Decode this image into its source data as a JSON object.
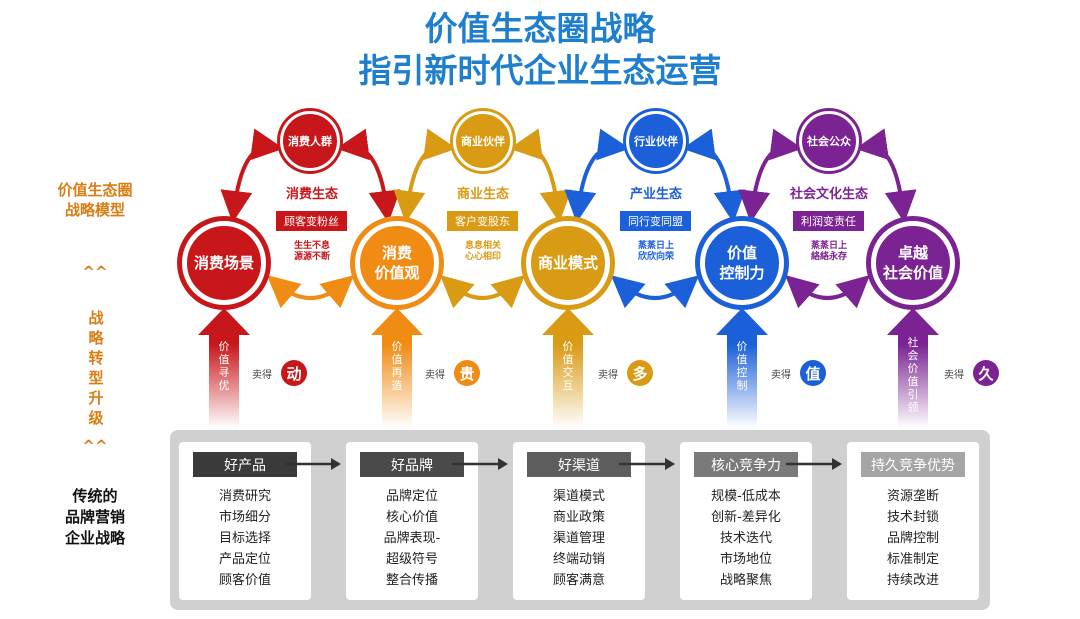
{
  "title": {
    "line1": "价值生态圈战略",
    "line2": "指引新时代企业生态运营"
  },
  "left_labels": {
    "model": [
      "价值生态圈",
      "战略模型"
    ],
    "upgrade": [
      "战",
      "略",
      "转",
      "型",
      "升",
      "级"
    ],
    "chevron": "^^",
    "traditional": [
      "传统的",
      "品牌营销",
      "企业战略"
    ]
  },
  "big_circles": [
    {
      "label": "消费场景",
      "color": "#c8171b"
    },
    {
      "label": "消费\n价值观",
      "color": "#f08b14"
    },
    {
      "label": "商业模式",
      "color": "#d99a14"
    },
    {
      "label": "价值\n控制力",
      "color": "#1b5fd9"
    },
    {
      "label": "卓越\n社会价值",
      "color": "#7b2392"
    }
  ],
  "small_circles": [
    {
      "label": "消费人群",
      "color": "#c8171b"
    },
    {
      "label": "商业伙伴",
      "color": "#d99a14"
    },
    {
      "label": "行业伙伴",
      "color": "#1b5fd9"
    },
    {
      "label": "社会公众",
      "color": "#7b2392"
    }
  ],
  "ecologies": [
    {
      "title": "消费生态",
      "tag": "顾客变粉丝",
      "note": "生生不息\n源源不断",
      "color": "#c8171b"
    },
    {
      "title": "商业生态",
      "tag": "客户变股东",
      "note": "息息相关\n心心相印",
      "color": "#d99a14"
    },
    {
      "title": "产业生态",
      "tag": "同行变同盟",
      "note": "蒸蒸日上\n欣欣向荣",
      "color": "#1b5fd9"
    },
    {
      "title": "社会文化生态",
      "tag": "利润变责任",
      "note": "蒸蒸日上\n絡絡永存",
      "color": "#7b2392"
    }
  ],
  "up_arrows": [
    {
      "text": "价值寻优",
      "sell": "卖得",
      "char": "动",
      "color": "#c8171b"
    },
    {
      "text": "价值再造",
      "sell": "卖得",
      "char": "贵",
      "color": "#f08b14"
    },
    {
      "text": "价值交互",
      "sell": "卖得",
      "char": "多",
      "color": "#d99a14"
    },
    {
      "text": "价值控制",
      "sell": "卖得",
      "char": "值",
      "color": "#1b5fd9"
    },
    {
      "text": "社会价值引领",
      "sell": "卖得",
      "char": "久",
      "color": "#7b2392"
    }
  ],
  "cards": [
    {
      "header": "好产品",
      "header_color": "#3a3a3a",
      "items": [
        "消费研究",
        "市场细分",
        "目标选择",
        "产品定位",
        "顾客价值"
      ]
    },
    {
      "header": "好品牌",
      "header_color": "#4a4a4a",
      "items": [
        "品牌定位",
        "核心价值",
        "品牌表现-",
        "超级符号",
        "整合传播"
      ]
    },
    {
      "header": "好渠道",
      "header_color": "#5e5e5e",
      "items": [
        "渠道模式",
        "商业政策",
        "渠道管理",
        "终端动销",
        "顾客满意"
      ]
    },
    {
      "header": "核心竞争力",
      "header_color": "#7a7a7a",
      "items": [
        "规模-低成本",
        "创新-差异化",
        "技术迭代",
        "市场地位",
        "战略聚焦"
      ]
    },
    {
      "header": "持久竞争优势",
      "header_color": "#a5a5a5",
      "items": [
        "资源垄断",
        "技术封锁",
        "品牌控制",
        "标准制定",
        "持续改进"
      ]
    }
  ]
}
